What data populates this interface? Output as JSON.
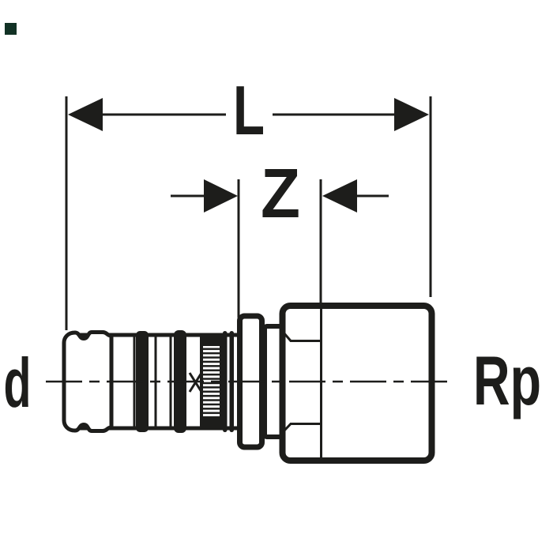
{
  "drawing": {
    "labels": {
      "length": "L",
      "offset": "Z",
      "diameter": "d",
      "thread": "Rp"
    },
    "colors": {
      "background": "#ffffff",
      "ink": "#1d1d1b",
      "corner_marker": "#123225"
    }
  }
}
